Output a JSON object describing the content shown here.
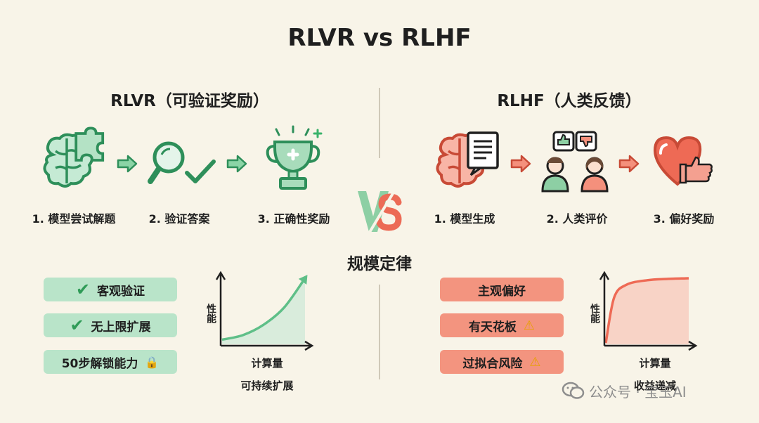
{
  "title": "RLVR vs RLHF",
  "center_label": "规模定律",
  "left": {
    "heading": "RLVR（可验证奖励）",
    "steps": [
      "1. 模型尝试解题",
      "2. 验证答案",
      "3. 正确性奖励"
    ],
    "pills": [
      "客观验证",
      "无上限扩展",
      "50步解锁能力"
    ],
    "chart_ylabel": "性能",
    "chart_xlabel": "计算量",
    "chart_caption": "可持续扩展"
  },
  "right": {
    "heading": "RLHF（人类反馈）",
    "steps": [
      "1. 模型生成",
      "2. 人类评价",
      "3. 偏好奖励"
    ],
    "pills": [
      "主观偏好",
      "有天花板",
      "过拟合风险"
    ],
    "chart_ylabel": "性能",
    "chart_xlabel": "计算量",
    "chart_caption": "收益递减"
  },
  "watermark": "公众号 · 宝玉AI",
  "colors": {
    "green": "#5fbf88",
    "pill_green": "#b9e4c9",
    "red": "#ee6a55",
    "pill_red": "#f3947f",
    "background": "#f8f4e8"
  },
  "icons": [
    "brain-puzzle-icon",
    "magnifier-check-icon",
    "trophy-plus-icon",
    "brain-document-icon",
    "people-thumbs-icon",
    "heart-thumb-icon",
    "vs-logo-icon",
    "check-icon",
    "warning-icon",
    "lock-icon",
    "wechat-icon"
  ],
  "chart_data": [
    {
      "type": "line",
      "title": "",
      "xlabel": "计算量",
      "ylabel": "性能",
      "caption": "可持续扩展",
      "series": [
        {
          "x": [
            0,
            0.25,
            0.5,
            0.75,
            1.0
          ],
          "y": [
            0.05,
            0.12,
            0.28,
            0.55,
            1.0
          ]
        }
      ],
      "trend": "accelerating"
    },
    {
      "type": "line",
      "title": "",
      "xlabel": "计算量",
      "ylabel": "性能",
      "caption": "收益递减",
      "series": [
        {
          "x": [
            0,
            0.1,
            0.25,
            0.5,
            0.75,
            1.0
          ],
          "y": [
            0.0,
            0.7,
            0.9,
            0.97,
            0.99,
            1.0
          ]
        }
      ],
      "trend": "saturating"
    }
  ]
}
